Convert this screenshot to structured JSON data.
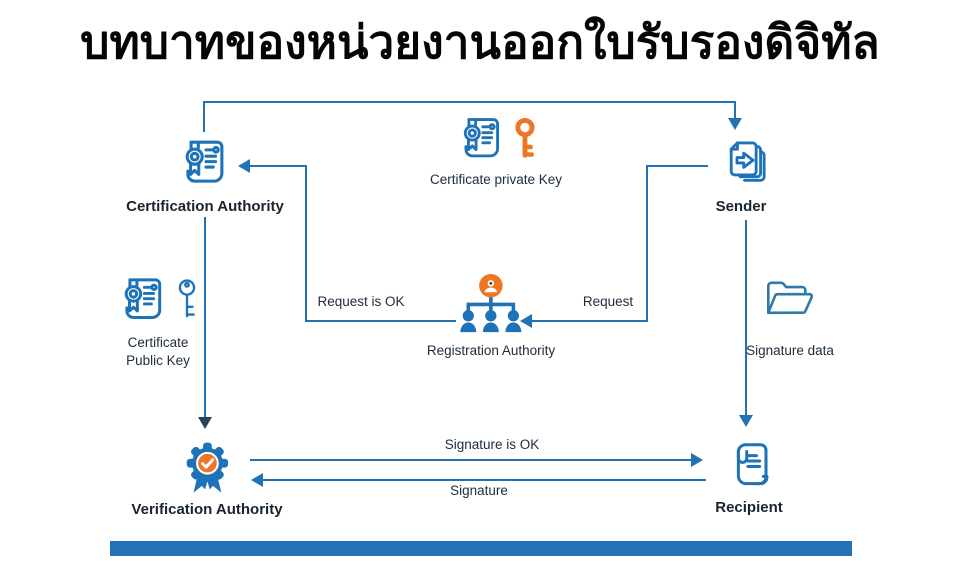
{
  "title": "บทบาทของหน่วยงานออกใบรับรองดิจิทัล",
  "colors": {
    "line_blue": "#2373b4",
    "icon_blue": "#1d72b8",
    "accent_orange": "#ee7623",
    "folder_blue": "#2e7aa8",
    "arrow_navy": "#2c4357",
    "text_dark": "#202e3c",
    "text_bold_dark": "#19242f",
    "title_black": "#050505",
    "footer_bar_blue": "#2373b4"
  },
  "nodes": {
    "certification_authority": {
      "label": "Certification Authority"
    },
    "certificate_private_key": {
      "label": "Certificate private Key"
    },
    "sender": {
      "label": "Sender"
    },
    "certificate_public_key": {
      "label_line1": "Certificate",
      "label_line2": "Public Key"
    },
    "registration_authority": {
      "label": "Registration Authority"
    },
    "signature_data": {
      "label": "Signature data"
    },
    "verification_authority": {
      "label": "Verification Authority"
    },
    "recipient": {
      "label": "Recipient"
    }
  },
  "edges": {
    "request": {
      "label": "Request"
    },
    "request_is_ok": {
      "label": "Request is OK"
    },
    "signature": {
      "label": "Signature"
    },
    "signature_is_ok": {
      "label": "Signature is OK"
    }
  }
}
